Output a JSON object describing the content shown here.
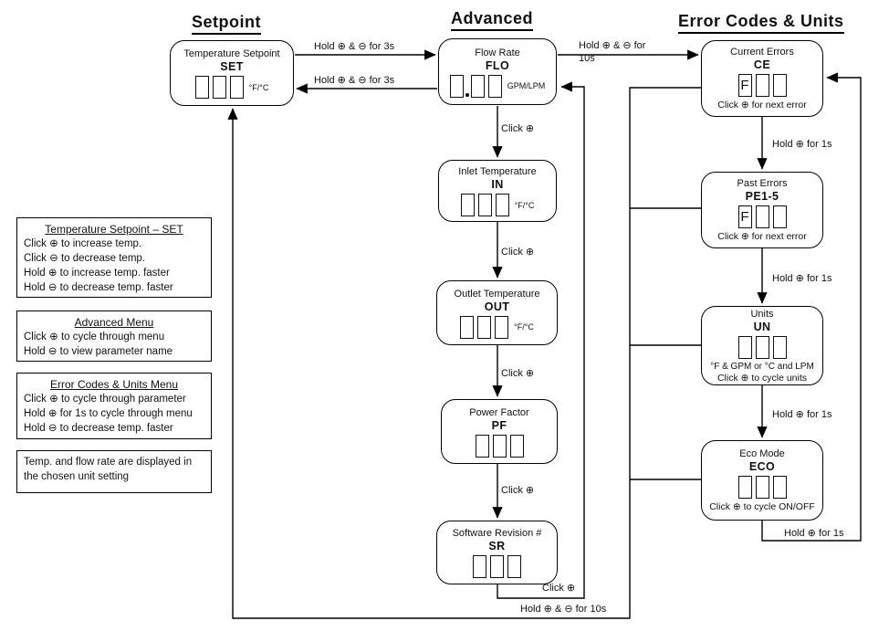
{
  "titles": {
    "setpoint": "Setpoint",
    "advanced": "Advanced",
    "errors": "Error Codes & Units"
  },
  "nodes": {
    "set": {
      "title": "Temperature Setpoint",
      "code": "SET",
      "unit": "°F/°C"
    },
    "flo": {
      "title": "Flow Rate",
      "code": "FLO",
      "unit": "GPM/LPM"
    },
    "in": {
      "title": "Inlet Temperature",
      "code": "IN",
      "unit": "°F/°C"
    },
    "out": {
      "title": "Outlet Temperature",
      "code": "OUT",
      "unit": "°F/°C"
    },
    "pf": {
      "title": "Power Factor",
      "code": "PF"
    },
    "sr": {
      "title": "Software Revision #",
      "code": "SR"
    },
    "ce": {
      "title": "Current Errors",
      "code": "CE",
      "digit1": "F",
      "note": "Click ⊕ for next error"
    },
    "pe": {
      "title": "Past Errors",
      "code": "PE1-5",
      "digit1": "F",
      "note": "Click ⊕ for next error"
    },
    "un": {
      "title": "Units",
      "code": "UN",
      "unit_line": "°F & GPM or °C and LPM",
      "note": "Click ⊕ to cycle units"
    },
    "eco": {
      "title": "Eco Mode",
      "code": "ECO",
      "note": "Click ⊕ to cycle ON/OFF"
    }
  },
  "edges": {
    "set_to_flo": "Hold ⊕ & ⊖ for 3s",
    "flo_to_set": "Hold ⊕ & ⊖ for 3s",
    "flo_to_ce": "Hold ⊕ & ⊖ for 10s",
    "flo_to_in": "Click ⊕",
    "in_to_out": "Click ⊕",
    "out_to_pf": "Click ⊕",
    "pf_to_sr": "Click ⊕",
    "sr_to_flo": "Click ⊕",
    "exit_to_set": "Hold ⊕ & ⊖ for 10s",
    "ce_to_pe": "Hold ⊕ for 1s",
    "pe_to_un": "Hold ⊕ for 1s",
    "un_to_eco": "Hold ⊕ for 1s",
    "eco_to_ce": "Hold ⊕ for 1s"
  },
  "panels": {
    "setpoint_help": {
      "title": "Temperature Setpoint – SET",
      "lines": [
        "Click ⊕ to increase temp.",
        "Click ⊖ to decrease temp.",
        "Hold ⊕ to increase temp. faster",
        "Hold ⊖ to decrease temp. faster"
      ]
    },
    "advanced_help": {
      "title": "Advanced Menu",
      "lines": [
        "Click ⊕ to cycle through menu",
        "Hold ⊖ to view parameter name"
      ]
    },
    "errors_help": {
      "title": "Error Codes & Units Menu",
      "lines": [
        "Click ⊕ to cycle through parameter",
        "Hold ⊕ for 1s to cycle through menu",
        "Hold ⊖ to decrease temp. faster"
      ]
    },
    "units_note": {
      "text": "Temp. and flow rate are displayed in the chosen unit setting"
    }
  },
  "colors": {
    "ink": "#000000",
    "background": "#ffffff"
  }
}
